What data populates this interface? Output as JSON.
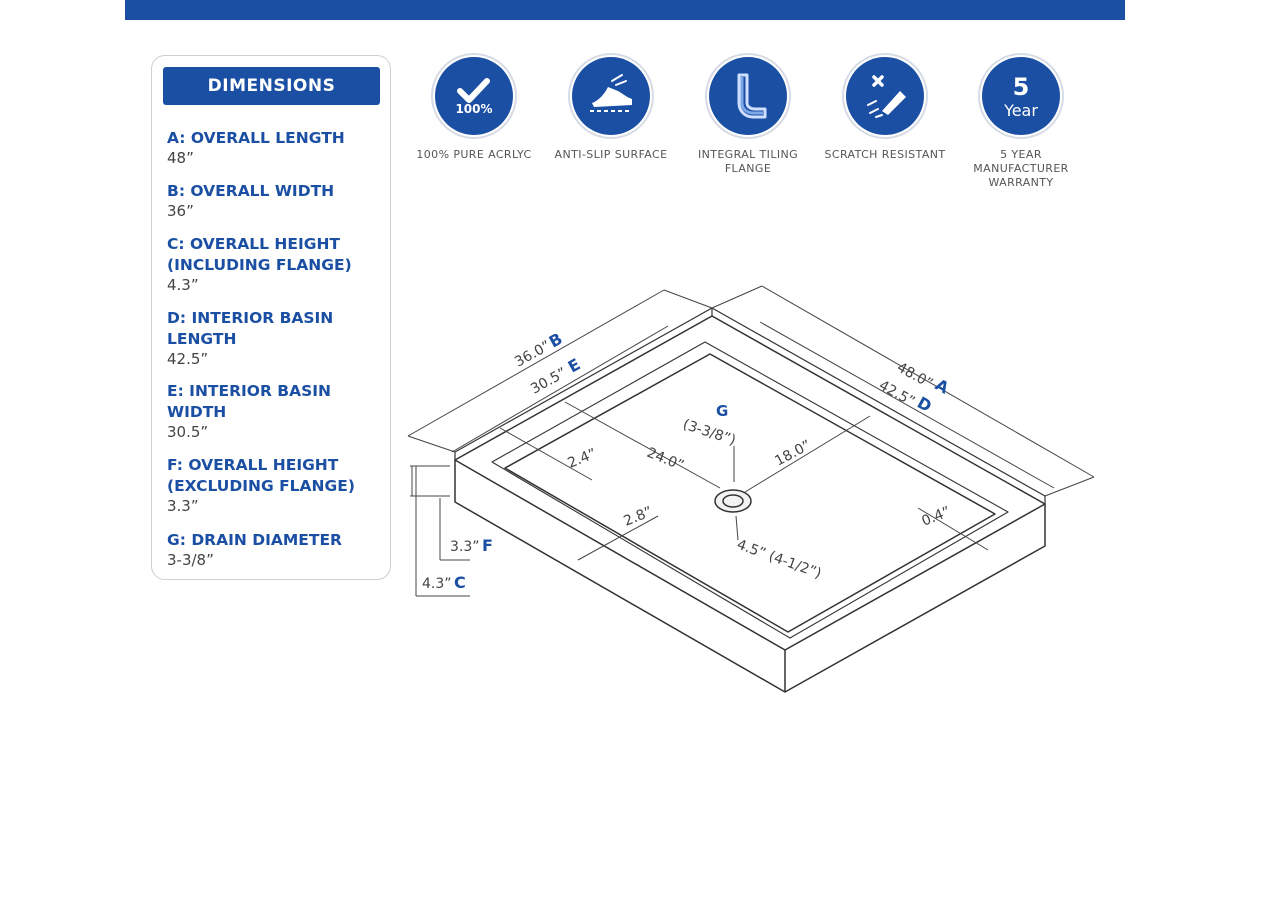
{
  "colors": {
    "brand": "#1b4fa3",
    "line": "#333333",
    "text": "#444444"
  },
  "dimensions_panel": {
    "title": "DIMENSIONS",
    "items": [
      {
        "label": "A: OVERALL LENGTH",
        "value": "48”"
      },
      {
        "label": "B: OVERALL WIDTH",
        "value": "36”"
      },
      {
        "label": "C: OVERALL HEIGHT (INCLUDING FLANGE)",
        "value": "4.3”"
      },
      {
        "label": "D: INTERIOR BASIN LENGTH",
        "value": "42.5”"
      },
      {
        "label": "E: INTERIOR BASIN WIDTH",
        "value": "30.5”"
      },
      {
        "label": "F: OVERALL HEIGHT (EXCLUDING FLANGE)",
        "value": "3.3”"
      },
      {
        "label": "G: DRAIN DIAMETER",
        "value": "3-3/8”"
      }
    ]
  },
  "features": [
    {
      "icon": "checkmark-100-icon",
      "badge_text": "100%",
      "label": "100% PURE ACRLYC"
    },
    {
      "icon": "shoe-slip-icon",
      "label": "ANTI-SLIP SURFACE"
    },
    {
      "icon": "tiling-flange-icon",
      "label": "INTEGRAL TILING FLANGE"
    },
    {
      "icon": "scratch-resistant-icon",
      "label": "SCRATCH RESISTANT"
    },
    {
      "icon": "warranty-5-year-icon",
      "badge_number": "5",
      "badge_text": "Year",
      "label": "5 YEAR MANUFACTURER WARRANTY"
    }
  ],
  "diagram": {
    "labels": {
      "a_value": "48.0”",
      "a_letter": "A",
      "d_value": "42.5”",
      "d_letter": "D",
      "b_value": "36.0”",
      "b_letter": "B",
      "e_value": "30.5”",
      "e_letter": "E",
      "g_letter": "G",
      "g_value": "(3-3/8”)",
      "d24": "24.0”",
      "d18": "18.0”",
      "d24b": "2.4”",
      "d28": "2.8”",
      "d04": "0.4”",
      "d45": "4.5” (4-1/2”)",
      "f_value": "3.3”",
      "f_letter": "F",
      "c_value": "4.3”",
      "c_letter": "C"
    }
  }
}
